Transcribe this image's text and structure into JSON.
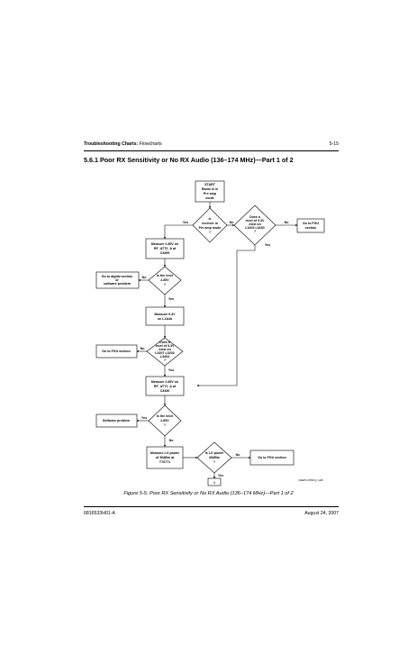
{
  "header": {
    "section_bold": "Troubleshooting Charts:",
    "section_rest": " Flowcharts",
    "page_number": "5-15"
  },
  "section": {
    "number": "5.6.1",
    "title": "Poor RX Sensitivity or No RX Audio (136–174 MHz)—Part 1 of 2"
  },
  "flowchart": {
    "start": [
      "START",
      "Radio is in",
      "Pre amp",
      "mode"
    ],
    "d_receiver": [
      "Is",
      "receiver in",
      "Pre amp mode",
      "?"
    ],
    "d_level_l3203": [
      "Does a",
      "level of 9.3V",
      "exist on",
      "L3203 L3430",
      "?"
    ],
    "go_fgu_top": [
      "Go to FGU",
      "section"
    ],
    "measure_c3395": [
      "Measure 2.85V on",
      "RF_ATT2_A at",
      "C3395"
    ],
    "d_285_first": [
      "Is the level",
      "2.85V",
      "?"
    ],
    "go_digital": [
      "Go to digital section",
      "or",
      "software problem"
    ],
    "measure_93v": [
      "Measure 9.3V",
      "on L1A4a"
    ],
    "d_level_l3207": [
      "Does a",
      "level of 9.3V",
      "exist on",
      "L3207 L3203",
      "L3403",
      "?"
    ],
    "go_fgu_mid": [
      "Go to FGU section"
    ],
    "measure_c3336": [
      "Measure 2.85V on",
      "RF_ATT1_A at",
      "C3336"
    ],
    "d_285_second": [
      "Is the level",
      "2.85V",
      "?"
    ],
    "software_problem": [
      "Software problem"
    ],
    "measure_lo": [
      "Measure LO power",
      "of 30dBm at",
      "T76771"
    ],
    "d_lo_power": [
      "Is LO power",
      "30dBm",
      "?"
    ],
    "go_fgu_bottom": [
      "Go to FGU section"
    ],
    "connector": "1",
    "yes": "Yes",
    "no": "No",
    "file_ref": "MAEPF-27828-Q_AHB"
  },
  "caption": "Figure 5-5.  Poor RX Sensitivity or No RX Audio (136–174 MHz)—Part 1 of 2",
  "footer": {
    "doc_number": "6816533H01-A",
    "date": "August 24, 2007"
  }
}
